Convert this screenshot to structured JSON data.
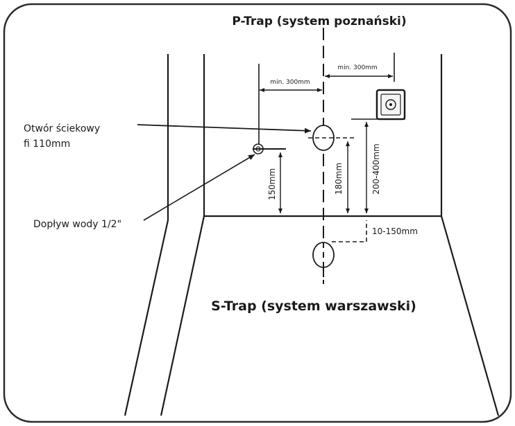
{
  "labels": {
    "p_trap_title": "P-Trap (system poznański)",
    "s_trap_title": "S-Trap (system warszawski)",
    "drain_hole_line1": "Otwór ściekowy",
    "drain_hole_line2": "fi 110mm",
    "water_supply": "Dopływ wody 1/2\"",
    "dim_min300_left": "min. 300mm",
    "dim_min300_right": "min. 300mm",
    "dim_150": "150mm",
    "dim_180": "180mm",
    "dim_200_400": "200-400mm",
    "dim_10_150": "10-150mm"
  },
  "colors": {
    "line": "#1a1a1a",
    "frame": "#2a2a2a",
    "background": "#ffffff"
  },
  "icons": {
    "flush_button": "flush-button-icon",
    "water_valve": "water-valve-icon"
  }
}
